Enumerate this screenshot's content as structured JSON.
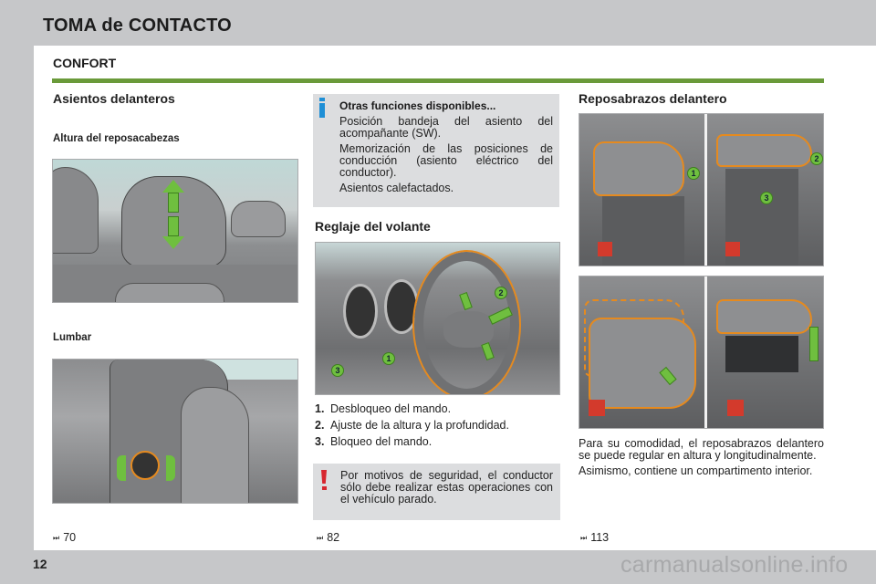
{
  "header": {
    "title": "TOMA de CONTACTO",
    "section": "CONFORT",
    "accent_color": "#6a9a3a"
  },
  "col1": {
    "heading": "Asientos delanteros",
    "sub1": "Altura del reposacabezas",
    "fig1_alt": "Headrest height adjustment with up/down arrows",
    "sub2": "Lumbar",
    "fig2_alt": "Lumbar adjustment knob with rotation arrows",
    "xref": {
      "icon": "next-page-icon",
      "glyph": "⏭",
      "page": "70"
    }
  },
  "col2": {
    "info_box": {
      "icon": "info-icon",
      "color": "#1e8fd6",
      "title": "Otras funciones disponibles...",
      "paragraphs": [
        "Posición bandeja del asiento del acompañante (SW).",
        "Memorización de las posiciones de conducción (asiento eléctrico del conductor).",
        "Asientos calefactados."
      ]
    },
    "heading": "Reglaje del volante",
    "fig_alt": "Steering wheel adjustment with numbered steps 1, 2, 3",
    "fig_labels": [
      "1",
      "2",
      "3"
    ],
    "steps": [
      {
        "num": "1.",
        "text": "Desbloqueo del mando."
      },
      {
        "num": "2.",
        "text": "Ajuste de la altura y la profundidad."
      },
      {
        "num": "3.",
        "text": "Bloqueo del mando."
      }
    ],
    "warning_box": {
      "icon": "warning-icon",
      "color": "#d7262f",
      "text": "Por motivos de seguridad, el conductor sólo debe realizar estas operaciones con el vehículo parado."
    },
    "xref": {
      "icon": "next-page-icon",
      "glyph": "⏭",
      "page": "82"
    }
  },
  "col3": {
    "heading": "Reposabrazos delantero",
    "fig1_alt": "Armrest height adjustment steps 1, 2, 3",
    "fig1_labels": [
      "1",
      "2",
      "3"
    ],
    "fig2_alt": "Armrest longitudinal adjustment and storage compartment",
    "paragraphs": [
      "Para su comodidad, el reposabrazos delantero se puede regular en altura y longitudinalmente.",
      "Asimismo, contiene un compartimento interior."
    ],
    "xref": {
      "icon": "next-page-icon",
      "glyph": "⏭",
      "page": "113"
    }
  },
  "footer": {
    "page_number": "12",
    "watermark": "carmanualsonline.info"
  }
}
